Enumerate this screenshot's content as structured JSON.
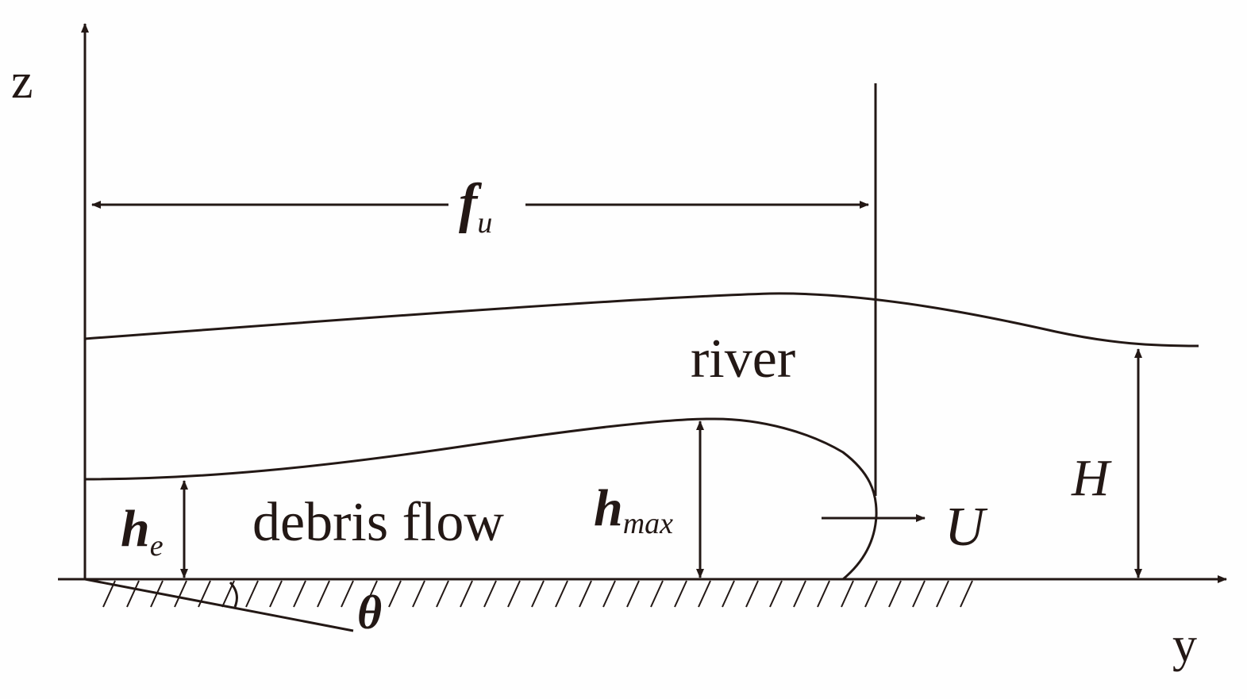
{
  "diagram": {
    "axes": {
      "vertical": "z",
      "horizontal": "y"
    },
    "regions": {
      "upper": "river",
      "lower": "debris flow"
    },
    "symbols": {
      "fu_main": "f",
      "fu_sub": "u",
      "he_main": "h",
      "he_sub": "e",
      "hmax_main": "h",
      "hmax_sub": "max",
      "depth": "H",
      "velocity": "U",
      "angle": "θ"
    },
    "colors": {
      "ink": "#231815",
      "background": "#fefefe"
    }
  }
}
